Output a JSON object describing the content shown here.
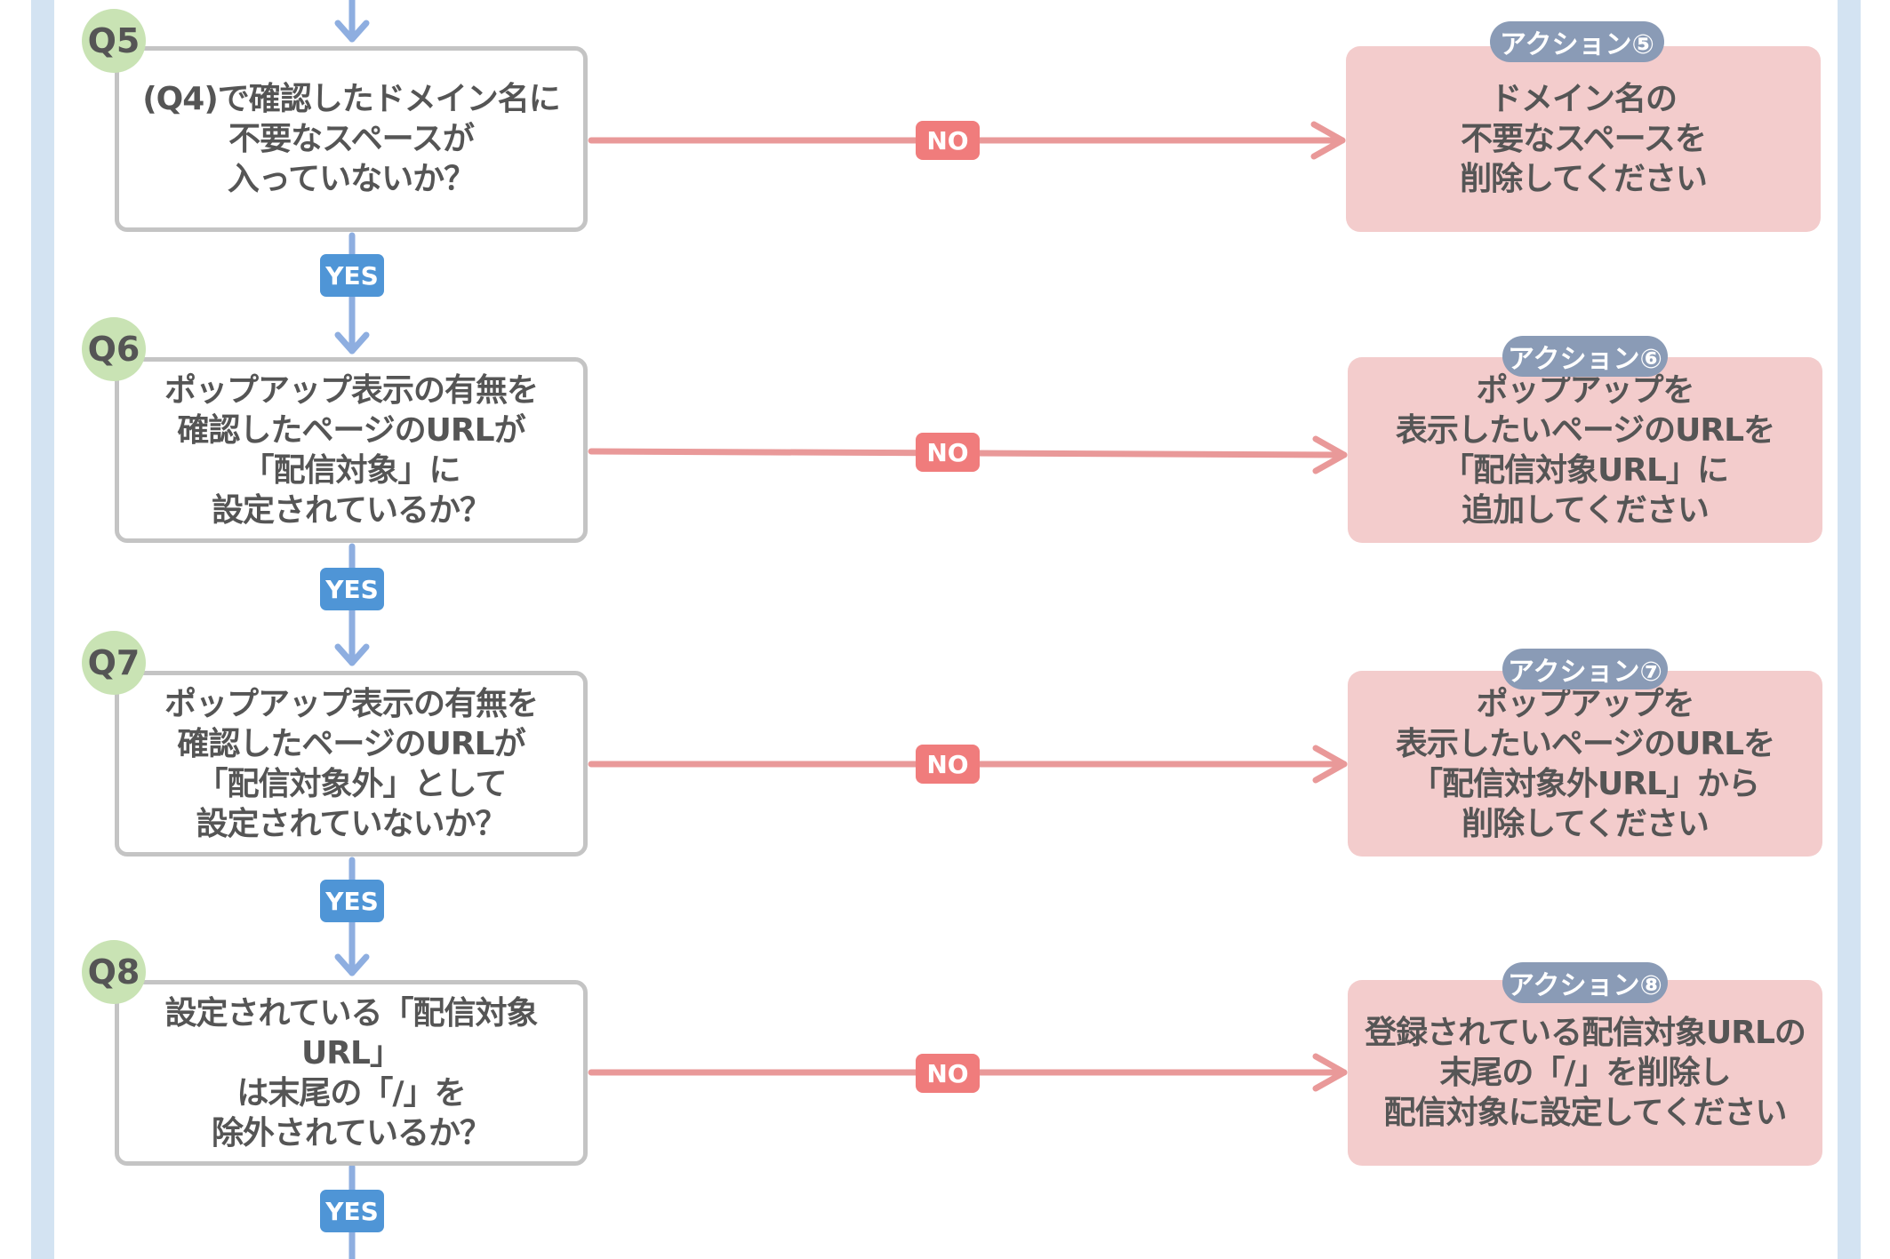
{
  "colors": {
    "question_border": "#c4c4c4",
    "question_badge": "#c9e3b4",
    "action_fill": "#f3cccc",
    "action_pill": "#8a9bb6",
    "no_line": "#e99999",
    "no_tag": "#f07c7c",
    "yes_line": "#8eaee0",
    "yes_tag": "#4f95d6",
    "side_bar": "#d3e3f2",
    "text": "#555555"
  },
  "questions": [
    {
      "id": "Q5",
      "text": "(Q4)で確認したドメイン名に\n不要なスペースが\n入っていないか？"
    },
    {
      "id": "Q6",
      "text": "ポップアップ表示の有無を\n確認したページのURLが\n「配信対象」に\n設定されているか？"
    },
    {
      "id": "Q7",
      "text": "ポップアップ表示の有無を\n確認したページのURLが\n「配信対象外」として\n設定されていないか？"
    },
    {
      "id": "Q8",
      "text": "設定されている「配信対象URL」\nは末尾の「/」を\n除外されているか？"
    }
  ],
  "actions": [
    {
      "label": "アクション⑤",
      "text": "ドメイン名の\n不要なスペースを\n削除してください"
    },
    {
      "label": "アクション⑥",
      "text": "ポップアップを\n表示したいページのURLを\n「配信対象URL」に\n追加してください"
    },
    {
      "label": "アクション⑦",
      "text": "ポップアップを\n表示したいページのURLを\n「配信対象外URL」から\n削除してください"
    },
    {
      "label": "アクション⑧",
      "text": "登録されている配信対象URLの\n末尾の「/」を削除し\n配信対象に設定してください"
    }
  ],
  "labels": {
    "no": "NO",
    "yes": "YES"
  }
}
